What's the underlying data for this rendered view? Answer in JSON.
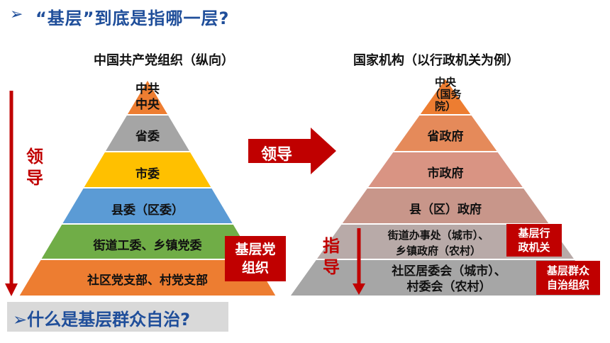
{
  "title": {
    "arrow": "➢",
    "text": "“基层”到底是指哪一层?"
  },
  "left": {
    "heading": "中国共产党组织（纵向）",
    "levels": [
      "中共\n中央",
      "省委",
      "市委",
      "县委（区委）",
      "街道工委、乡镇党委",
      "社区党支部、村党支部"
    ],
    "tag": "基层党\n组织",
    "lead_text": "领\n导"
  },
  "middle": {
    "lead_arrow_label": "领导"
  },
  "right": {
    "heading": "国家机构（以行政机关为例）",
    "levels": [
      "中央\n（国务\n院）",
      "省政府",
      "市政府",
      "县（区）政府",
      "街道办事处（城市）、\n乡镇政府（农村）",
      "社区居委会（城市）、\n村委会（农村）"
    ],
    "tag1": "基层行\n政机关",
    "tag2": "基层群众\n自治组织",
    "guide_text": "指\n导"
  },
  "bottom": {
    "arrow": "➢",
    "text": "什么是基层群众自治?"
  },
  "colors": {
    "accent_blue": "#1f4e9a",
    "red": "#c00000",
    "left_levels": [
      "#ed7d31",
      "#a5a5a5",
      "#ffc000",
      "#5b9bd5",
      "#70ad47",
      "#ed7d31"
    ],
    "right_levels": [
      "#ed7d31",
      "#e58a5a",
      "#d99483",
      "#c8968a",
      "#b8aaa8",
      "#a6a6a6"
    ]
  }
}
